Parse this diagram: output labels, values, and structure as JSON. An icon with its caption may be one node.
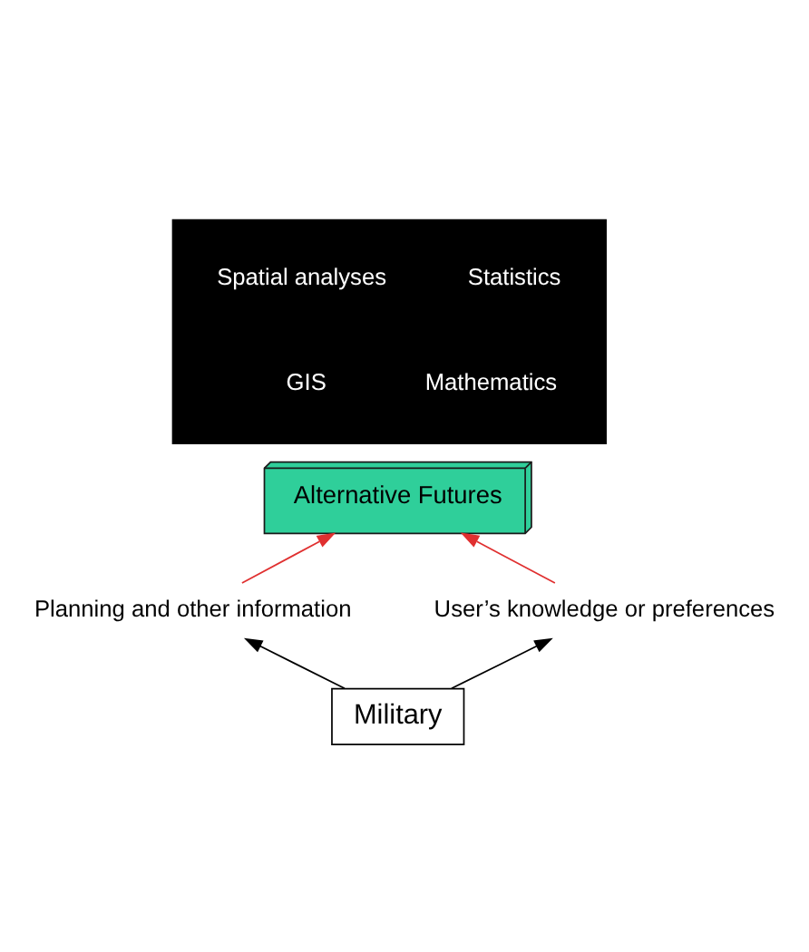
{
  "diagram": {
    "nodes": [
      {
        "text": [],
        "shape": "box"
      },
      {
        "text": [
          "Statistics"
        ],
        "in": 0
      },
      {
        "text": [
          "Spatial analyses"
        ],
        "in": 0
      },
      {
        "text": [
          "Mathematics"
        ],
        "in": 0
      },
      {
        "text": [
          "GIS"
        ],
        "in": 0
      },
      {
        "text": [
          "Alternative Futures"
        ]
      },
      {
        "text": [
          "Planning and other information"
        ]
      },
      {
        "text": [
          "User’s knowledge or preferences"
        ]
      },
      {
        "text": [
          "Military"
        ]
      }
    ],
    "edges": [
      {
        "from": 6,
        "to": 5,
        "arrow": "to",
        "color": "#e03030"
      },
      {
        "from": 7,
        "to": 5,
        "arrow": "to",
        "color": "#e03030"
      },
      {
        "from": 8,
        "to": 6,
        "arrow": "to",
        "color": "#000000"
      },
      {
        "from": 8,
        "to": 7,
        "arrow": "to",
        "color": "#000000"
      }
    ]
  }
}
